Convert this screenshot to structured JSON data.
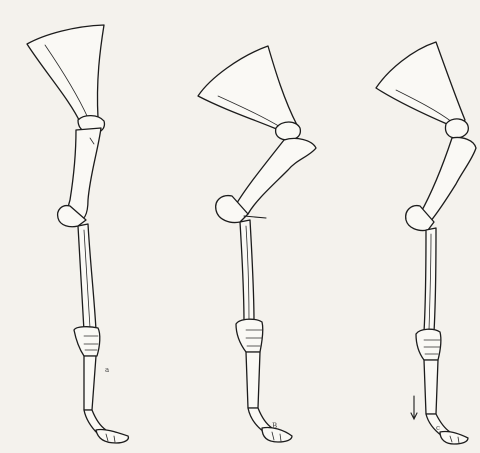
{
  "figure": {
    "panels": [
      {
        "id": "a",
        "letter": "a"
      },
      {
        "id": "b",
        "letter": "B"
      },
      {
        "id": "c",
        "letter": "c"
      }
    ]
  }
}
